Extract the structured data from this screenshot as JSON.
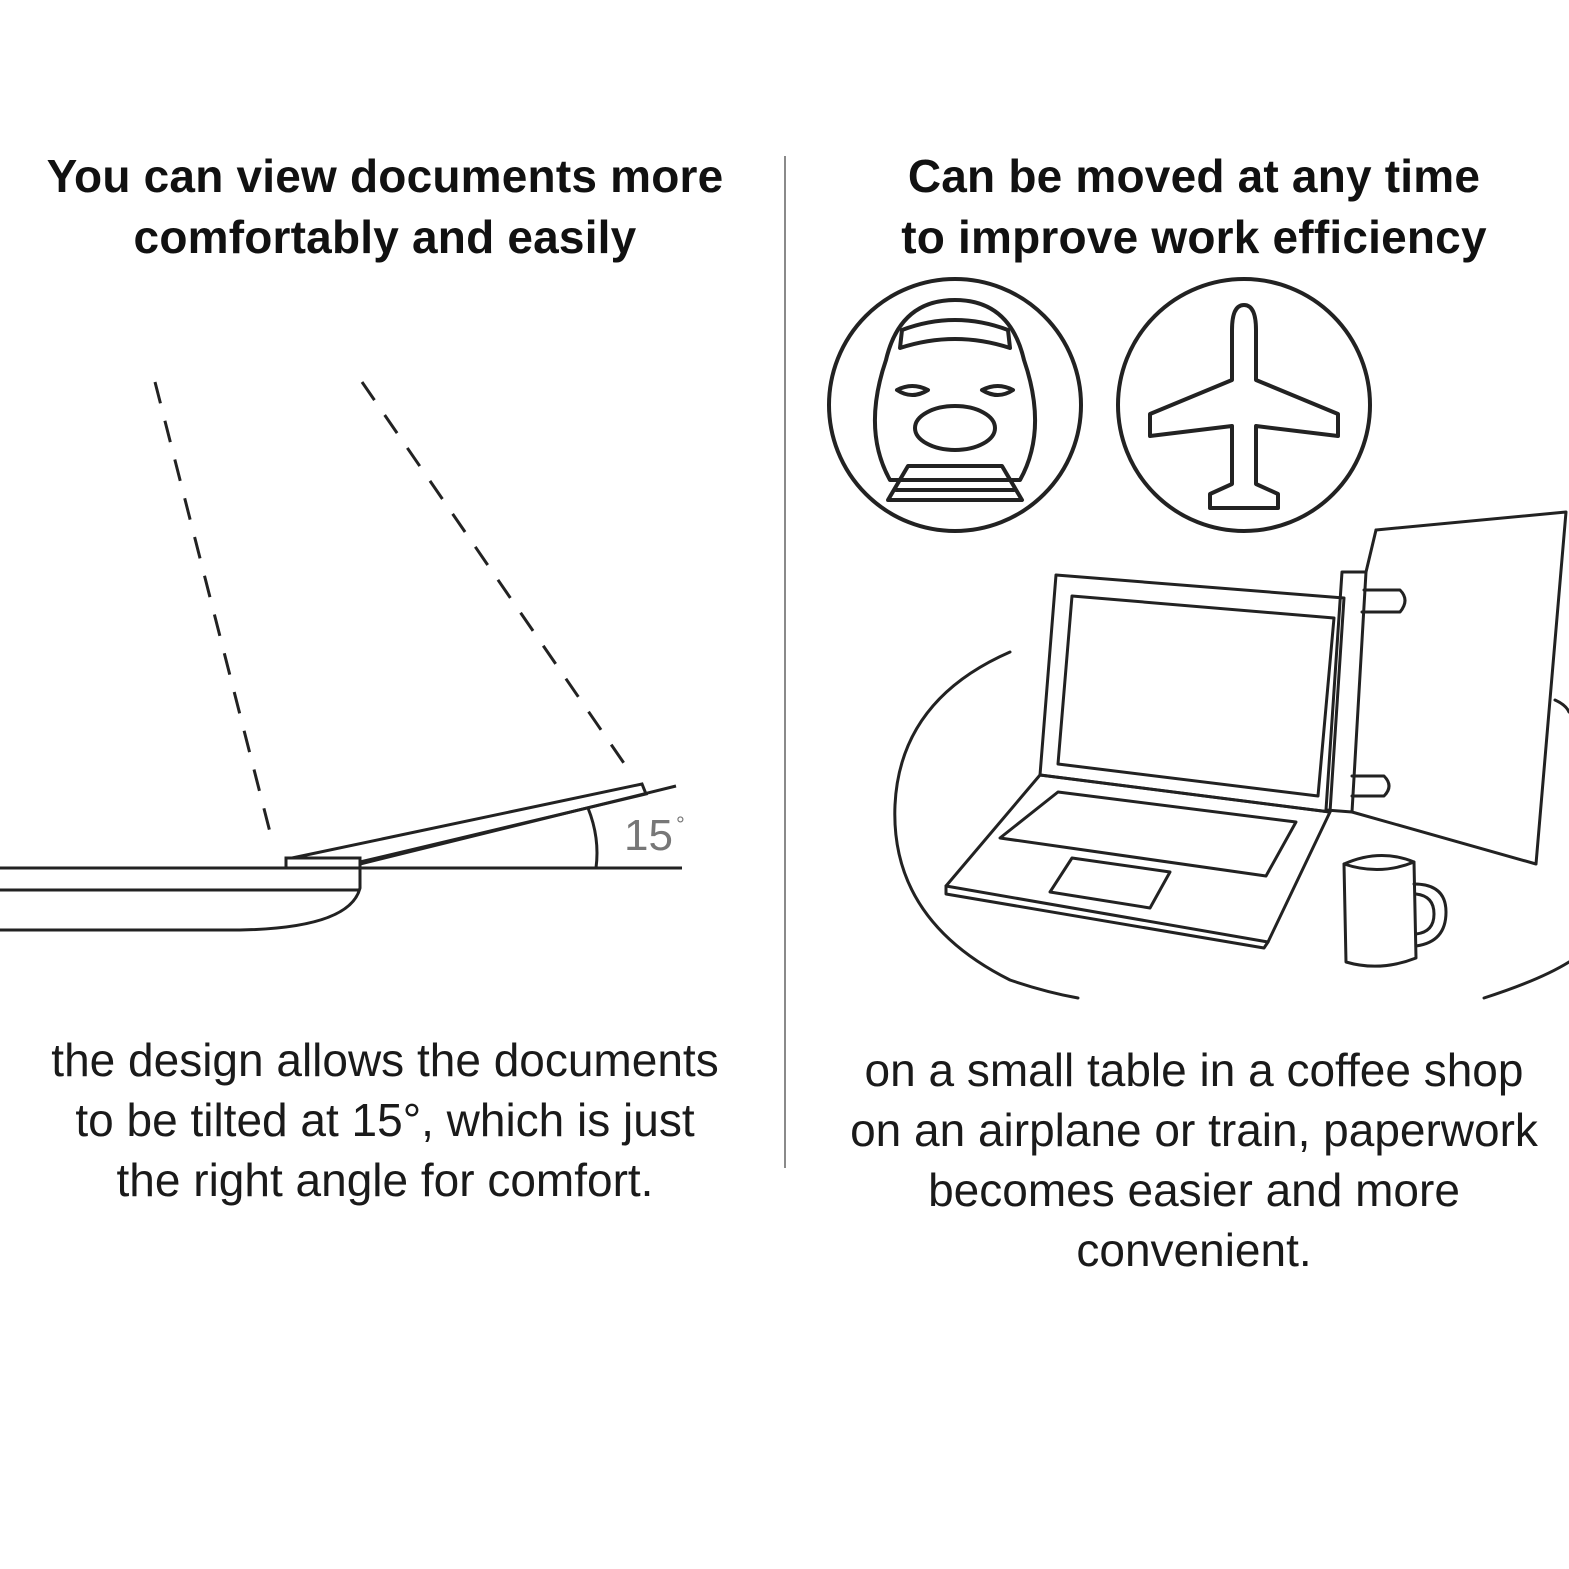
{
  "left_panel": {
    "heading_lines": [
      "You can view documents more",
      "comfortably and easily"
    ],
    "caption_lines": [
      "the design allows the documents",
      "to be tilted at 15°, which is just",
      "the right angle for comfort."
    ],
    "angle_label": "15",
    "angle_degree_symbol": "°"
  },
  "right_panel": {
    "heading_lines": [
      "Can be moved at any time",
      "to improve work efficiency"
    ],
    "caption_lines": [
      "on a small table in a coffee shop",
      "on an airplane or train, paperwork",
      "becomes easier and more",
      "convenient."
    ],
    "icons": [
      "train-icon",
      "airplane-icon",
      "laptop-with-document-holder-icon",
      "coffee-mug-icon"
    ]
  },
  "colors": {
    "text": "#111111",
    "line_art": "#222222",
    "divider": "#8a8a8a",
    "angle_label": "#777777"
  }
}
